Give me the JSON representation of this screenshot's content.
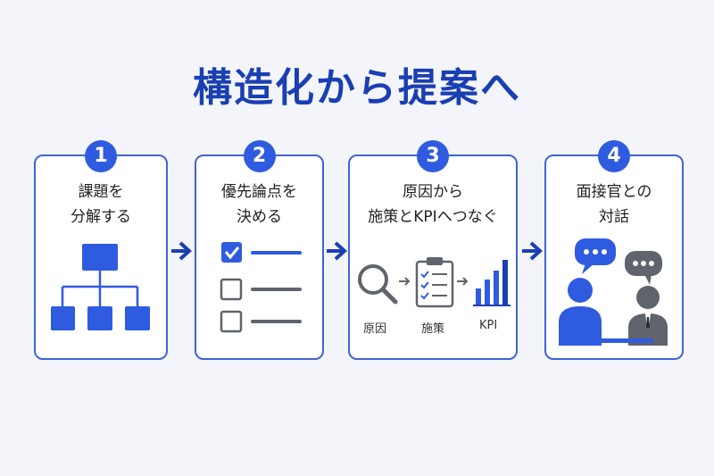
{
  "title": "構造化から提案へ",
  "colors": {
    "accent": "#2f5be0",
    "dark_blue": "#1a3fb3",
    "gray": "#5f646d",
    "background": "#f3f5fa"
  },
  "steps": [
    {
      "number": "1",
      "lines": [
        "課題を",
        "分解する"
      ],
      "icon": "hierarchy-icon"
    },
    {
      "number": "2",
      "lines": [
        "優先論点を",
        "決める"
      ],
      "icon": "checklist-icon"
    },
    {
      "number": "3",
      "lines": [
        "原因から",
        "施策とKPIへつなぐ"
      ],
      "icon": "cause-measure-kpi-icon",
      "sub_labels": [
        "原因",
        "施策",
        "KPI"
      ]
    },
    {
      "number": "4",
      "lines": [
        "面接官との",
        "対話"
      ],
      "icon": "interview-dialogue-icon"
    }
  ]
}
